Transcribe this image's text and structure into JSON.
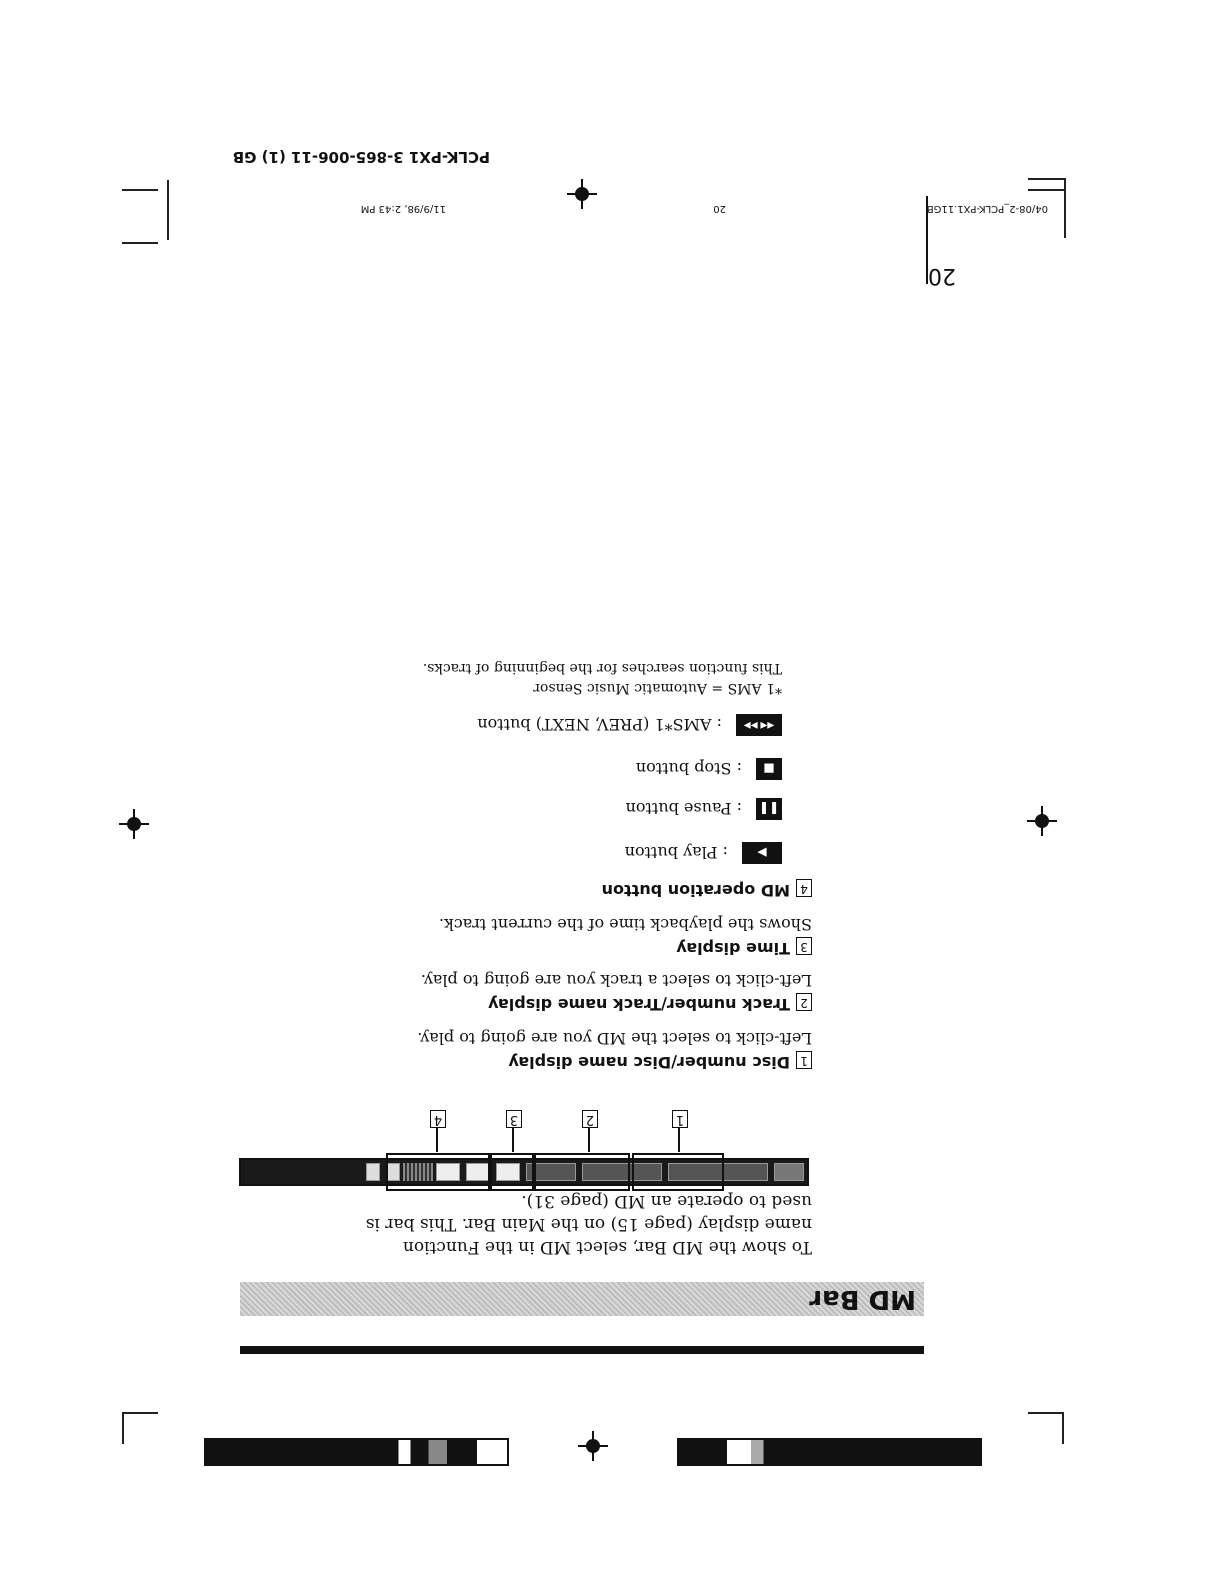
{
  "section_title": "MD Bar",
  "intro": "To show the MD Bar, select MD in the Function name display (page 15) on the Main Bar.  This bar is used to operate an MD (page 31).",
  "callouts": [
    "1",
    "2",
    "3",
    "4"
  ],
  "items": [
    {
      "num": "1",
      "title": "Disc number/Disc name display",
      "desc": "Left-click to select the MD you are going to play."
    },
    {
      "num": "2",
      "title": "Track number/Track name display",
      "desc": "Left-click to select a track you are going to play."
    },
    {
      "num": "3",
      "title": "Time display",
      "desc": "Shows the playback time of the current track."
    },
    {
      "num": "4",
      "title": "MD operation button",
      "desc": ""
    }
  ],
  "buttons": [
    {
      "icon": "play-icon",
      "glyph": "▶",
      "label": ":  Play button"
    },
    {
      "icon": "pause-icon",
      "glyph": "❚❚",
      "label": ":  Pause button"
    },
    {
      "icon": "stop-icon",
      "glyph": "■",
      "label": ":  Stop button"
    },
    {
      "icon": "ams-icon",
      "glyph": "◀◀ ▶▶",
      "label": ":  AMS*1 (PREV, NEXT) button"
    }
  ],
  "footnote": {
    "mark": "*1 AMS = Automatic Music Sensor",
    "text": "This function searches for the beginning of tracks."
  },
  "page_number": "20",
  "footer": {
    "file": "04/08-2",
    "file_name": "PCLK-PX1.11GB",
    "page": "20",
    "datetime": "11/9/98, 2:43 PM",
    "code": "PCLK-PX1  3-865-006-11 (1) GB"
  }
}
